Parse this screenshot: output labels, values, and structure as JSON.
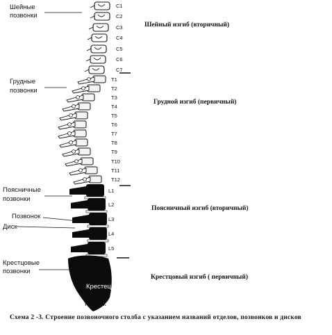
{
  "region_labels": {
    "cervical": [
      "Шейные",
      "позвонки"
    ],
    "thoracic": [
      "Грудные",
      "позвонки"
    ],
    "lumbar": [
      "Поясничные",
      "позвонки"
    ],
    "vertebra": "Позвонок",
    "disc": "Диск",
    "sacral": [
      "Крестцовые",
      "позвонки"
    ],
    "sacrum": "Крестец",
    "coccyx": "Копчик"
  },
  "vertebrae": {
    "cervical": [
      "C1",
      "C2",
      "C3",
      "C4",
      "C5",
      "C6",
      "C7"
    ],
    "thoracic": [
      "T1",
      "T2",
      "T3",
      "T4",
      "T5",
      "T6",
      "T7",
      "T8",
      "T9",
      "T10",
      "T11",
      "T12"
    ],
    "lumbar": [
      "L1",
      "L2",
      "L3",
      "L4",
      "L5"
    ]
  },
  "curves": {
    "cervical": "Шейный изгиб (вторичный)",
    "thoracic": "Грудной изгиб (первичный)",
    "lumbar": "Поясничный изгиб (вторичный)",
    "sacral": "Крестцовый изгиб ( первичный)"
  },
  "caption": "Схема 2 -3. Строение позвоночного столба с указанием названий отделов, позвонков и дисков"
}
